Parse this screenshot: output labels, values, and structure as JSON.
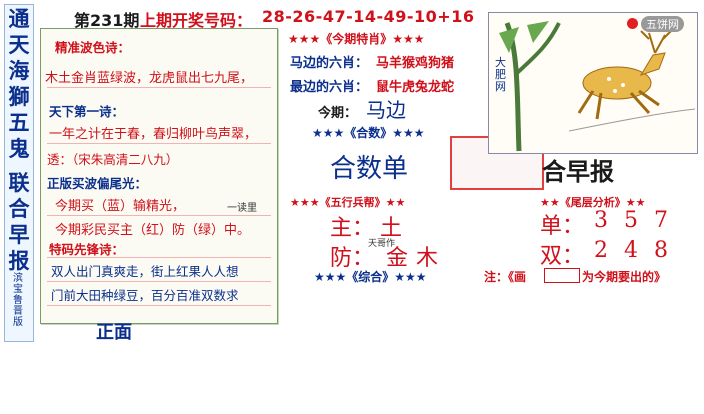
{
  "left_strip": {
    "chars": [
      "通",
      "天",
      "海",
      "獅",
      "五",
      "鬼",
      "联",
      "合",
      "早",
      "报"
    ],
    "small": "滨宝鲁晋版"
  },
  "header": {
    "period": "第231期",
    "last_label": "上期开奖号码：",
    "last_numbers": "28-26-47-14-49-10+16"
  },
  "poems": {
    "wave_title": "精准波色诗：",
    "wave_line1": "木土金肖蓝绿波，龙虎鼠出七九尾，",
    "tianxia_title": "天下第一诗：",
    "tianxia_line1": "一年之计在于春，春归柳叶鸟声翠，",
    "tianxia_line2": "透：（宋朱高清二八九）",
    "zhengban_title": "正版买波偏尾光：",
    "zhengban_line1": "今期买（蓝）输精光，",
    "zhengban_line1b": "一读里",
    "zhengban_line2": "今期彩民买主（红）防（绿）中。",
    "special_title": "特码先锋诗：",
    "special_line1": "双人出门真爽走，街上红果人人想",
    "special_line2": "门前大田种绿豆，百分百准双数求",
    "bottom_text": "正面"
  },
  "middle": {
    "special_stars": "★★★《今期特肖》★★★",
    "mabian_label": "马边的六肖：",
    "mabian_value": "马羊猴鸡狗猪",
    "zuibian_label": "最边的六肖：",
    "zuibian_value": "鼠牛虎兔龙蛇",
    "thisissue_label": "今期：",
    "thisissue_value": "马边",
    "heshu_stars": "★★★《合数》★★★",
    "heshu_value": "合数单",
    "wuxing_stars": "★★★《五行兵帮》★★",
    "main_label": "主：",
    "main_value": "土",
    "fang_label": "防：",
    "fang_value": "金木",
    "zonghe_stars": "★★★《综合》★★★",
    "mark_small": "天哥作"
  },
  "right": {
    "logo_text": "五饼网",
    "picture_label": "大肥网",
    "brand": "合早报",
    "tail_stars": "★★《尾层分析》★★",
    "dan_label": "单：",
    "dan_value": "357",
    "shuang_label": "双：",
    "shuang_value": "248",
    "note_prefix": "注：《画",
    "note_suffix": "为今期要出的》"
  },
  "colors": {
    "red": "#d0101a",
    "blue": "#0b2f8c",
    "green": "#2a7a2a"
  }
}
